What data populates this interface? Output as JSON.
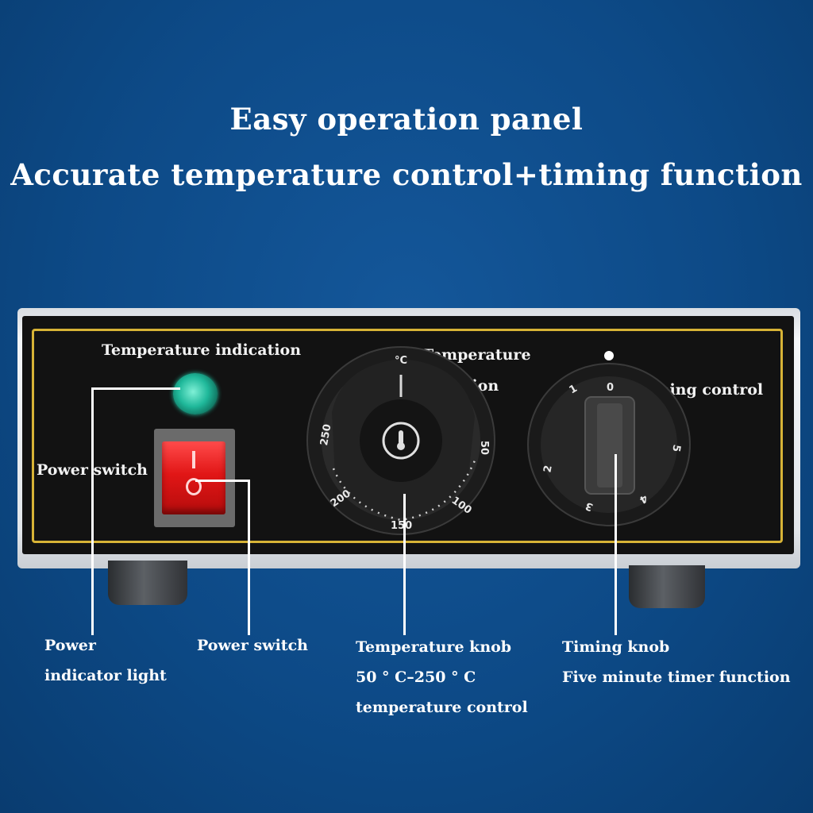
{
  "headline": {
    "line1": "Easy operation panel",
    "line2": "Accurate temperature control+timing function"
  },
  "panel_labels": {
    "temperature_indication": "Temperature indication",
    "power_switch": "Power switch",
    "temperature_selection_1": "Temperature",
    "temperature_selection_2": "selection",
    "timing_control": "Timing control"
  },
  "bottom_labels": {
    "power_indicator_1": "Power",
    "power_indicator_2": "indicator light",
    "power_switch": "Power switch",
    "temp_knob_1": "Temperature knob",
    "temp_knob_2": "50 °  C–250 °  C",
    "temp_knob_3": "temperature control",
    "timing_knob_1": "Timing knob",
    "timing_knob_2": "Five minute timer function"
  },
  "temperature_dial": {
    "unit": "°C",
    "scale": [
      "50",
      "100",
      "150",
      "200",
      "250"
    ]
  },
  "timer_dial": {
    "scale": [
      "0",
      "1",
      "2",
      "3",
      "4",
      "5"
    ]
  },
  "colors": {
    "background": "#0d4a87",
    "panel": "#121212",
    "panel_border": "#d7b336",
    "switch": "#e11616",
    "indicator": "#1fb89a"
  },
  "icons": {
    "temperature_knob_center": "thermometer-icon"
  }
}
